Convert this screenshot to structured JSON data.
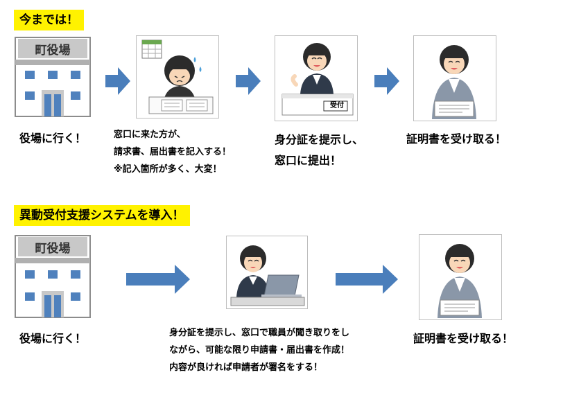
{
  "section1": {
    "banner": "今までは！",
    "building_sign": "町役場",
    "step1_caption": "役場に行く！",
    "step2_lines": [
      "窓口に来た方が、",
      "請求書、届出書を記入する！",
      "※記入箇所が多く、大変！"
    ],
    "desk_badge": "受付",
    "step3_lines": [
      "身分証を提示し、",
      "窓口に提出！"
    ],
    "step4_caption": "証明書を受け取る！"
  },
  "section2": {
    "banner": "異動受付支援システムを導入！",
    "building_sign": "町役場",
    "step1_caption": "役場に行く！",
    "step2_lines": [
      "身分証を提示し、窓口で職員が聞き取りをし",
      "ながら、可能な限り申請書・届出書を作成！",
      "内容が良ければ申請者が署名をする！"
    ],
    "step3_caption": "証明書を受け取る！"
  },
  "colors": {
    "banner": "#fff200",
    "arrow": "#4a7ebb",
    "building_gray": "#c8c8c8",
    "window_blue": "#4f81bd",
    "suit": "#8a97a8"
  }
}
